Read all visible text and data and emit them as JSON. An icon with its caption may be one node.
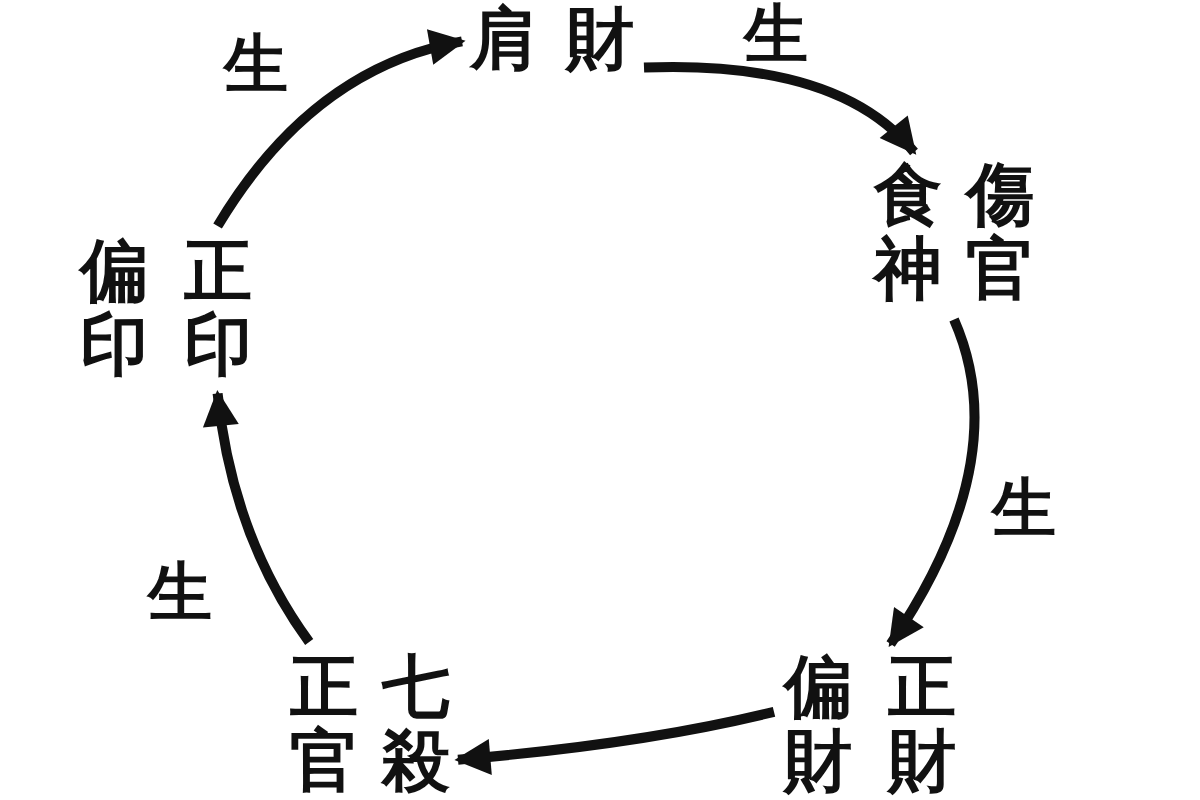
{
  "diagram": {
    "nodes": [
      {
        "text": [
          "肩",
          "財"
        ]
      },
      {
        "text": [
          "食神",
          "傷官"
        ]
      },
      {
        "text": [
          "偏印",
          "正印"
        ]
      },
      {
        "text": [
          "正官",
          "七殺"
        ]
      },
      {
        "text": [
          "偏財",
          "正財"
        ]
      }
    ],
    "edges": [
      {
        "from": 2,
        "to": 0,
        "arrow": "to",
        "label": "生"
      },
      {
        "from": 0,
        "to": 1,
        "arrow": "to",
        "label": "生"
      },
      {
        "from": 1,
        "to": 4,
        "arrow": "to",
        "label": "生"
      },
      {
        "from": 4,
        "to": 3,
        "arrow": "to"
      },
      {
        "from": 3,
        "to": 2,
        "arrow": "to",
        "label": "生"
      }
    ]
  }
}
